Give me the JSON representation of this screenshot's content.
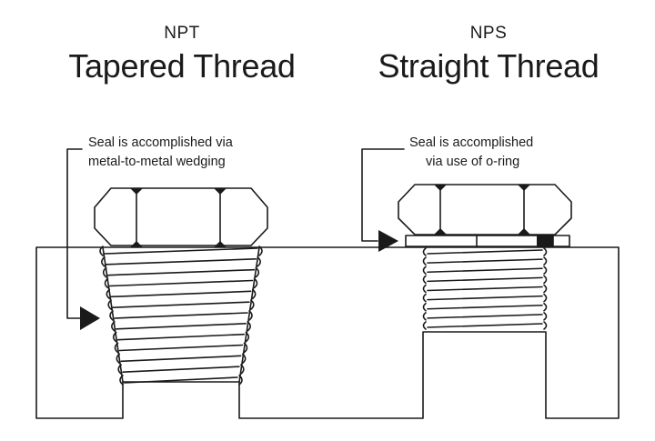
{
  "left": {
    "abbr": "NPT",
    "title": "Tapered Thread",
    "note_line1": "Seal is accomplished via",
    "note_line2": "metal-to-metal wedging"
  },
  "right": {
    "abbr": "NPS",
    "title": "Straight Thread",
    "note_line1": "Seal is accomplished",
    "note_line2": "via use of o-ring"
  },
  "colors": {
    "ink": "#1a1a1a",
    "background": "#ffffff"
  }
}
